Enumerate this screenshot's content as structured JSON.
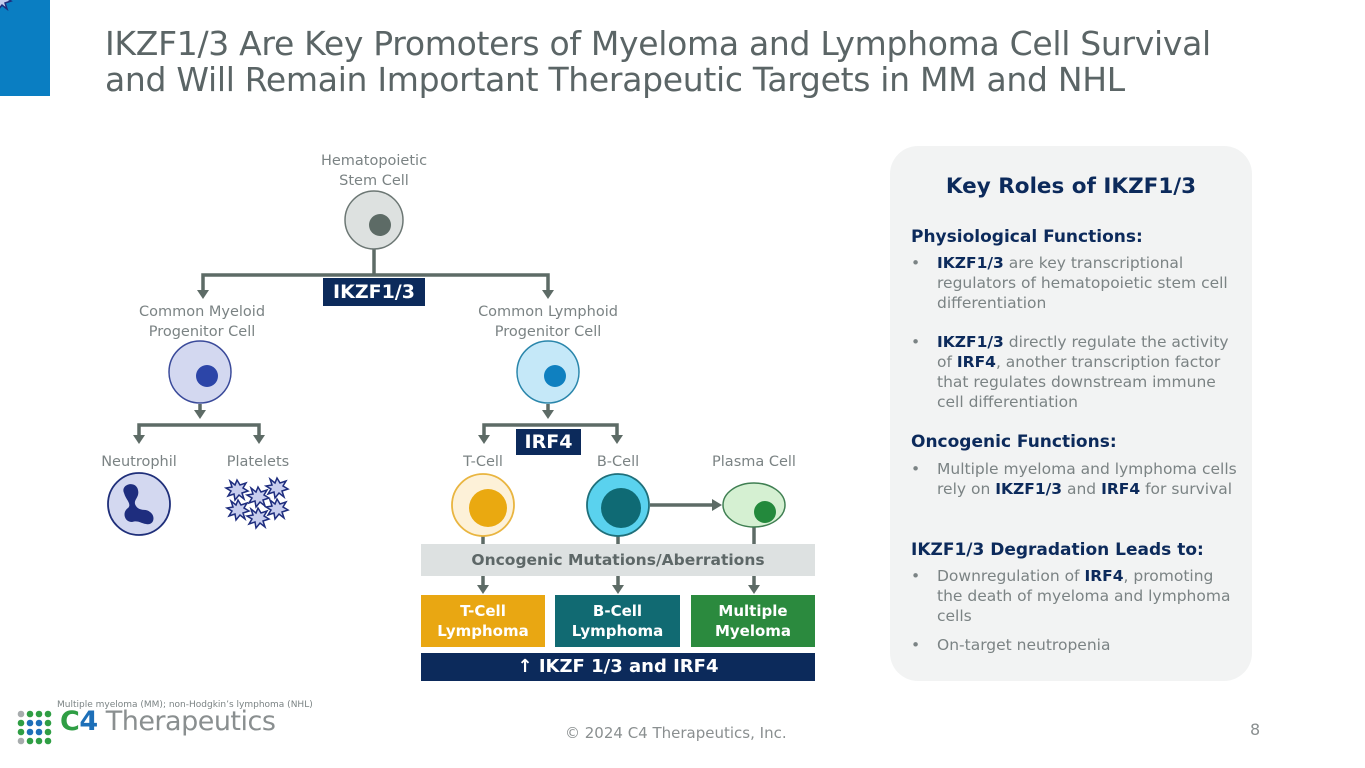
{
  "title": {
    "line1": "IKZF1/3 Are Key Promoters of Myeloma and Lymphoma Cell Survival",
    "line2": "and Will Remain Important Therapeutic Targets in MM and NHL"
  },
  "diagram": {
    "stem_cell": {
      "line1": "Hematopoietic",
      "line2": "Stem Cell"
    },
    "tag_ikzf": "IKZF1/3",
    "myeloid": {
      "line1": "Common Myeloid",
      "line2": "Progenitor Cell"
    },
    "lymphoid": {
      "line1": "Common Lymphoid",
      "line2": "Progenitor Cell"
    },
    "neutrophil": "Neutrophil",
    "platelets": "Platelets",
    "tag_irf4": "IRF4",
    "t_cell": "T-Cell",
    "b_cell": "B-Cell",
    "plasma_cell": "Plasma Cell",
    "oncogenic_bar": "Oncogenic Mutations/Aberrations",
    "diseases": [
      {
        "line1": "T-Cell",
        "line2": "Lymphoma",
        "color": "#e9a712"
      },
      {
        "line1": "B-Cell",
        "line2": "Lymphoma",
        "color": "#116a72"
      },
      {
        "line1": "Multiple",
        "line2": "Myeloma",
        "color": "#2b8a3e"
      }
    ],
    "up_bar": "↑ IKZF 1/3 and IRF4"
  },
  "panel": {
    "title": "Key Roles of IKZF1/3",
    "physiological": {
      "heading": "Physiological Functions:",
      "b1_bold": "IKZF1/3",
      "b1_rest": " are key transcriptional regulators of hematopoietic stem cell differentiation",
      "b2_bold1": "IKZF1/3",
      "b2_mid": " directly regulate the activity of ",
      "b2_bold2": "IRF4",
      "b2_rest": ", another transcription factor that regulates downstream immune cell differentiation"
    },
    "oncogenic": {
      "heading": "Oncogenic Functions:",
      "b1_pre": "Multiple myeloma and lymphoma cells rely on ",
      "b1_bold1": "IKZF1/3",
      "b1_mid": " and ",
      "b1_bold2": "IRF4",
      "b1_rest": " for survival"
    },
    "degradation": {
      "heading": "IKZF1/3 Degradation Leads to:",
      "b1_pre": "Downregulation of ",
      "b1_bold": "IRF4",
      "b1_rest": ", promoting the death of myeloma and lymphoma cells",
      "b2": "On-target neutropenia"
    },
    "bullet_char": "•"
  },
  "footer": {
    "footnote": "Multiple myeloma (MM); non-Hodgkin’s lymphoma (NHL)",
    "logo_c": "C",
    "logo_4": "4",
    "logo_rest": " Therapeutics",
    "copyright": "© 2024 C4 Therapeutics, Inc.",
    "page": "8"
  },
  "colors": {
    "accent": "#0a7ec2",
    "navy": "#0c2a5b",
    "arrow": "#5d6b66"
  }
}
